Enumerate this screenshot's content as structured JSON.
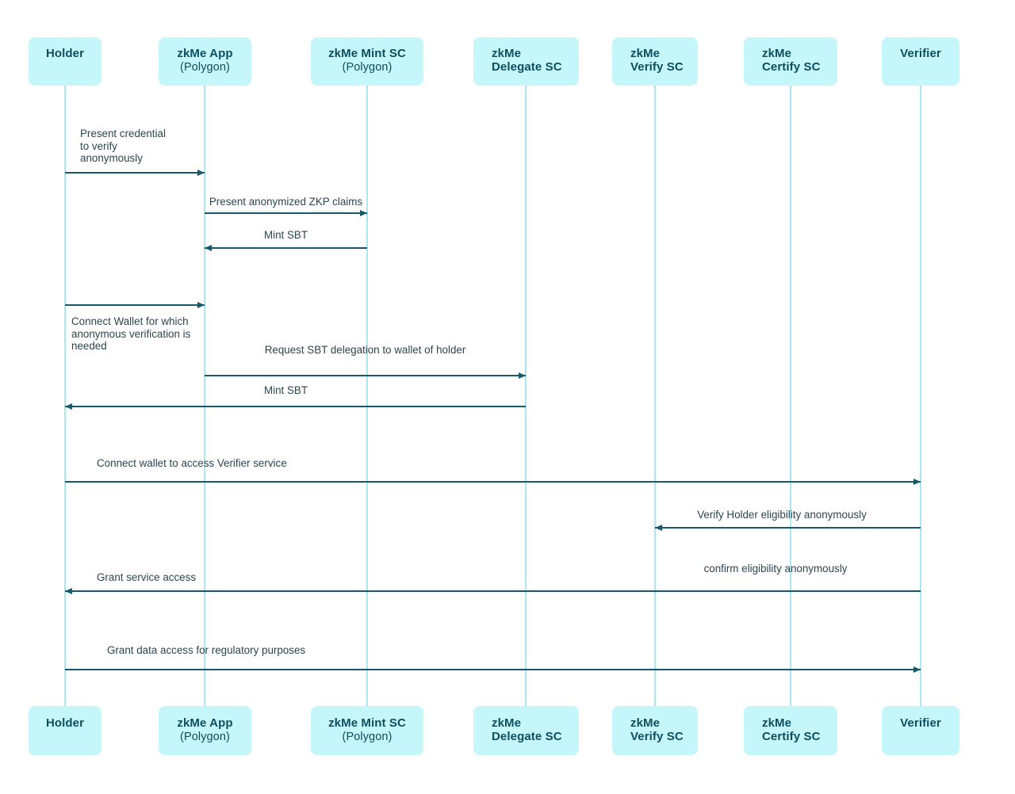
{
  "diagram": {
    "type": "sequence-diagram",
    "colors": {
      "background": "#ffffff",
      "actor_box_fill": "#c5f6fa",
      "actor_text": "#0d4e5f",
      "lifeline": "#a9e8f0",
      "arrow": "#17596a",
      "message_text": "#2b454f"
    },
    "actors": [
      {
        "name": "Holder",
        "subtitle": ""
      },
      {
        "name": "zkMe App",
        "subtitle": "(Polygon)"
      },
      {
        "name": "zkMe Mint SC",
        "subtitle": "(Polygon)"
      },
      {
        "name": "zkMe",
        "subtitle": "Delegate SC"
      },
      {
        "name": "zkMe",
        "subtitle": "Verify SC"
      },
      {
        "name": "zkMe",
        "subtitle": "Certify SC"
      },
      {
        "name": "Verifier",
        "subtitle": ""
      }
    ],
    "messages": [
      {
        "from": "Holder",
        "to": "zkMe App",
        "label": "Present credential\nto verify\nanonymously"
      },
      {
        "from": "zkMe App",
        "to": "zkMe Mint SC",
        "label": "Present anonymized ZKP claims"
      },
      {
        "from": "zkMe Mint SC",
        "to": "zkMe App",
        "label": "Mint SBT"
      },
      {
        "from": "Holder",
        "to": "zkMe App",
        "label": "Connect Wallet for which\nanonymous verification is\nneeded"
      },
      {
        "from": "zkMe App",
        "to": "zkMe Delegate SC",
        "label": "Request SBT delegation to wallet of holder"
      },
      {
        "from": "zkMe Delegate SC",
        "to": "Holder",
        "label": "Mint SBT"
      },
      {
        "from": "Holder",
        "to": "Verifier",
        "label": "Connect wallet to access Verifier service"
      },
      {
        "from": "Verifier",
        "to": "zkMe Verify SC",
        "label": "Verify Holder eligibility anonymously"
      },
      {
        "from": "Verifier",
        "to": "Holder",
        "label": "confirm eligibility anonymously",
        "label_left": "Grant service access"
      },
      {
        "from": "Holder",
        "to": "Verifier",
        "label": "Grant data access for regulatory purposes"
      }
    ]
  }
}
